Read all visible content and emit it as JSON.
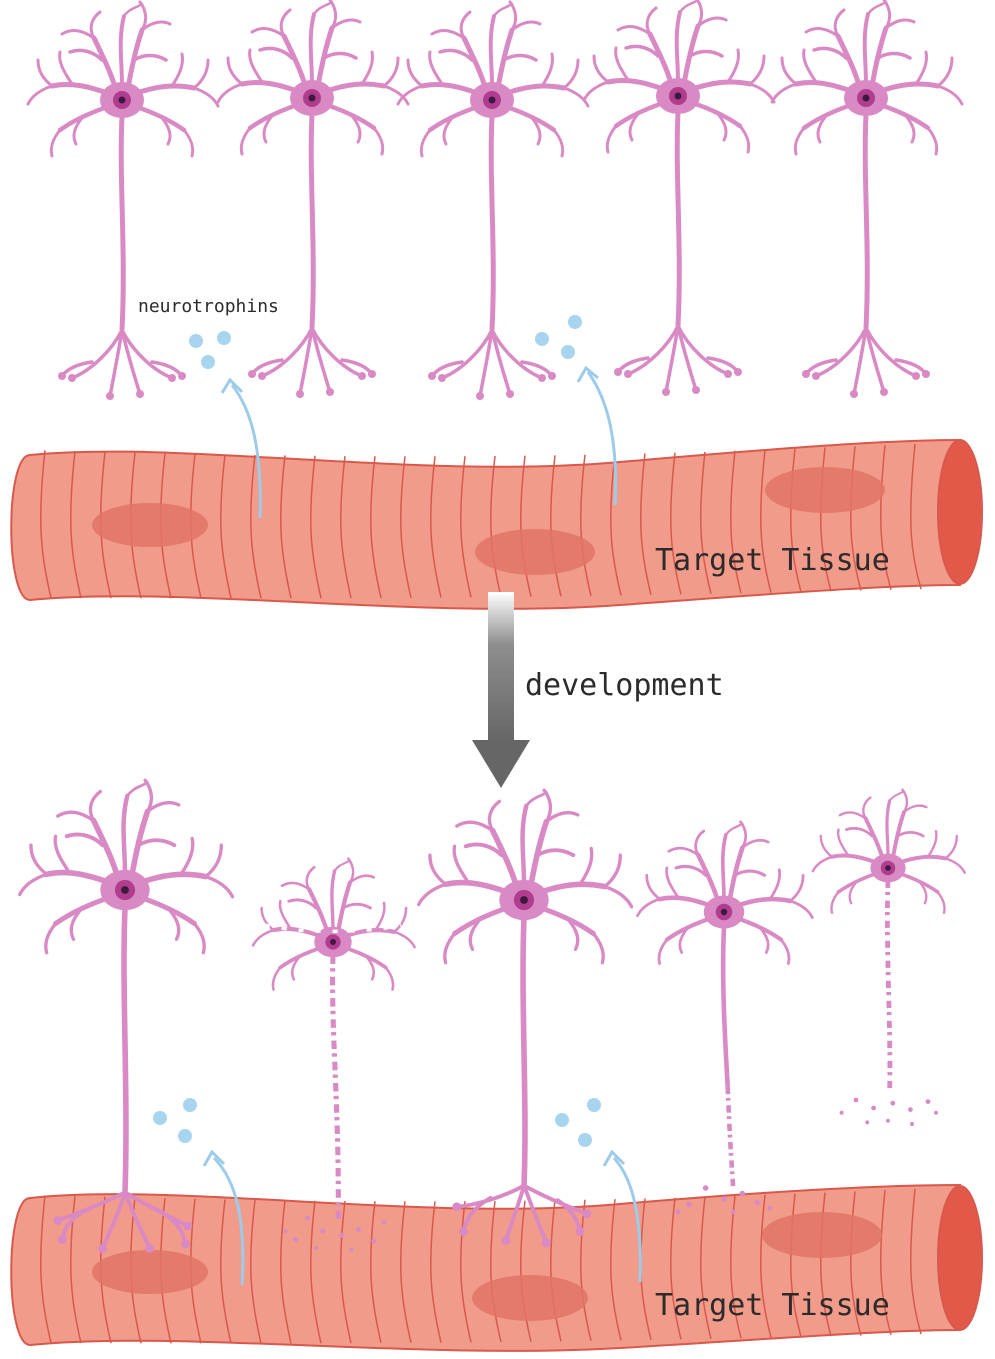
{
  "labels": {
    "neurotrophins": "neurotrophins",
    "target_tissue_top": "Target Tissue",
    "development": "development",
    "target_tissue_bottom": "Target Tissue"
  },
  "panels": {
    "top": {
      "neurons": [
        "healthy",
        "healthy",
        "healthy",
        "healthy",
        "healthy"
      ]
    },
    "bottom": {
      "neurons": [
        "healthy-innervating",
        "degenerating",
        "healthy-innervating",
        "degenerating",
        "degenerating"
      ]
    }
  },
  "colors": {
    "neuron": "#d98ac4",
    "neuron_outline": "#b5579c",
    "nucleus": "#b03d8e",
    "nucleolus": "#3a1a40",
    "tissue": "#f19b8a",
    "tissue_line": "#d8594c",
    "tissue_patch": "#e07466",
    "tissue_end": "#e2594a",
    "neurotrophin": "#a8d4f0",
    "arrow_blue": "#9dcbea",
    "dev_arrow": "#6e6e6e"
  }
}
